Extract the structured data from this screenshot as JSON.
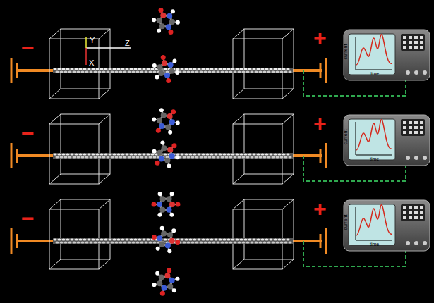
{
  "diagram": {
    "labels": [
      "X",
      "Y",
      "Z",
      "−",
      "+",
      "current",
      "time",
      "−",
      "+",
      "current",
      "time",
      "−",
      "+",
      "current",
      "time"
    ]
  }
}
